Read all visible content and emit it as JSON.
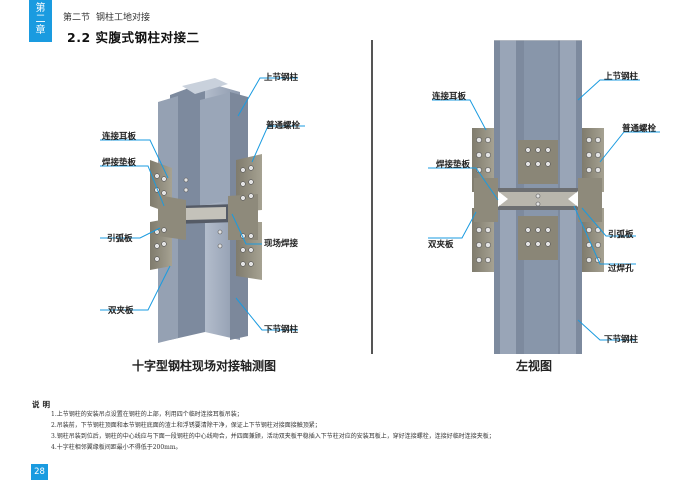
{
  "header": {
    "chapter_tab": [
      "第",
      "二",
      "章"
    ],
    "section": "第二节",
    "section_topic": "钢柱工地对接",
    "title": "2.2 实腹式钢柱对接二"
  },
  "left_figure": {
    "caption": "十字型钢柱现场对接轴测图",
    "labels": {
      "upper_column": "上节钢柱",
      "connect_plate": "连接耳板",
      "bolt": "普通螺栓",
      "weld_backing": "焊接垫板",
      "field_weld": "现场焊接",
      "arc_plate": "引弧板",
      "double_clamp": "双夹板",
      "lower_column": "下节钢柱"
    }
  },
  "right_figure": {
    "caption": "左视图",
    "labels": {
      "connect_plate": "连接耳板",
      "upper_column": "上节钢柱",
      "bolt": "普通螺栓",
      "weld_backing": "焊接垫板",
      "double_clamp": "双夹板",
      "arc_plate": "引弧板",
      "weld_hole": "过焊孔",
      "lower_column": "下节钢柱"
    }
  },
  "notes": {
    "title": "说明",
    "items": [
      "1.上节钢柱的安装吊点设置在钢柱的上部，利用四个临时连接耳板吊装；",
      "2.吊装前，下节钢柱顶面和本节钢柱底面的渣土和浮锈要清除干净，保证上下节钢柱对接面接触顶紧；",
      "3.钢柱吊装到位后，钢柱的中心线应与下面一段钢柱的中心线吻合，并四面兼顾，活动双夹板平稳插入下节柱对应的安装耳板上，穿好连接螺栓，连接好临时连接夹板；",
      "4.十字柱相邻翼缘板间距最小不得低于200mm。"
    ]
  },
  "page_number": "28",
  "colors": {
    "accent": "#1a9be0",
    "steel": "#8f9cb0",
    "plate": "#9a9585"
  }
}
